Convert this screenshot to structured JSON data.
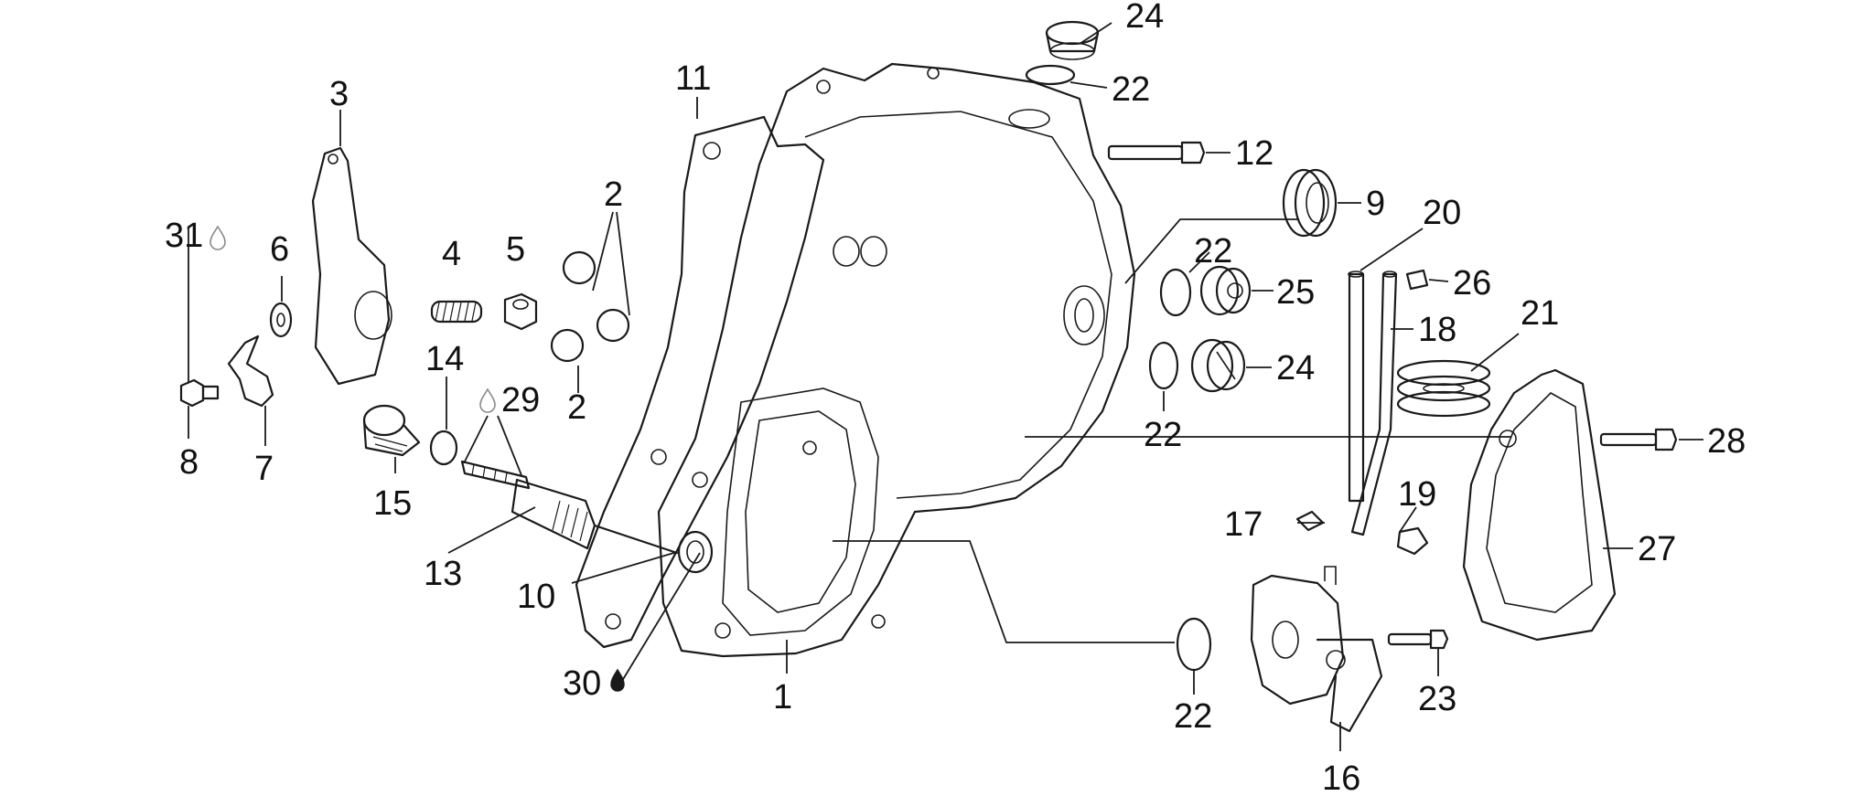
{
  "callouts": [
    {
      "id": "c1",
      "text": "1"
    },
    {
      "id": "c2a",
      "text": "2"
    },
    {
      "id": "c2b",
      "text": "2"
    },
    {
      "id": "c3",
      "text": "3"
    },
    {
      "id": "c4",
      "text": "4"
    },
    {
      "id": "c5",
      "text": "5"
    },
    {
      "id": "c6",
      "text": "6"
    },
    {
      "id": "c7",
      "text": "7"
    },
    {
      "id": "c8",
      "text": "8"
    },
    {
      "id": "c9",
      "text": "9"
    },
    {
      "id": "c10",
      "text": "10"
    },
    {
      "id": "c11",
      "text": "11"
    },
    {
      "id": "c12",
      "text": "12"
    },
    {
      "id": "c13",
      "text": "13"
    },
    {
      "id": "c14",
      "text": "14"
    },
    {
      "id": "c15",
      "text": "15"
    },
    {
      "id": "c16",
      "text": "16"
    },
    {
      "id": "c17",
      "text": "17"
    },
    {
      "id": "c18",
      "text": "18"
    },
    {
      "id": "c19",
      "text": "19"
    },
    {
      "id": "c20",
      "text": "20"
    },
    {
      "id": "c21",
      "text": "21"
    },
    {
      "id": "c22a",
      "text": "22"
    },
    {
      "id": "c22b",
      "text": "22"
    },
    {
      "id": "c22c",
      "text": "22"
    },
    {
      "id": "c22d",
      "text": "22"
    },
    {
      "id": "c23",
      "text": "23"
    },
    {
      "id": "c24a",
      "text": "24"
    },
    {
      "id": "c24b",
      "text": "24"
    },
    {
      "id": "c25",
      "text": "25"
    },
    {
      "id": "c26",
      "text": "26"
    },
    {
      "id": "c27",
      "text": "27"
    },
    {
      "id": "c28",
      "text": "28"
    },
    {
      "id": "c29",
      "text": "29"
    },
    {
      "id": "c30",
      "text": "30"
    },
    {
      "id": "c31",
      "text": "31"
    }
  ],
  "icons": {
    "lubricant_drop": "drop-icon"
  }
}
